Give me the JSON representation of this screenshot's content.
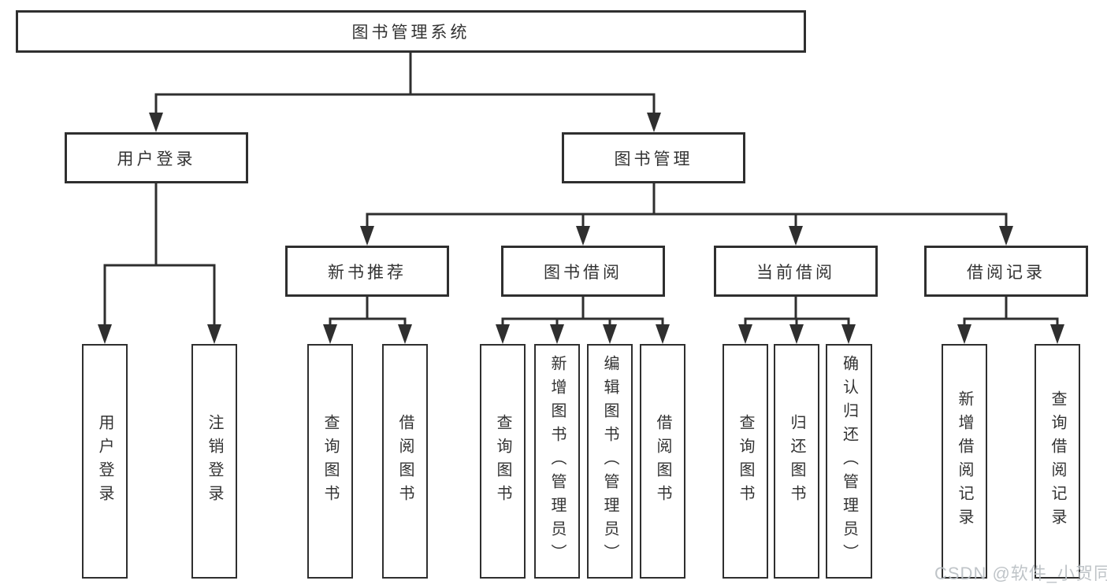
{
  "diagram": {
    "root": {
      "label": "图书管理系统",
      "children": [
        {
          "label": "用户登录",
          "children": [
            {
              "label": "用户登录"
            },
            {
              "label": "注销登录"
            }
          ]
        },
        {
          "label": "图书管理",
          "children": [
            {
              "label": "新书推荐",
              "children": [
                {
                  "label": "查询图书"
                },
                {
                  "label": "借阅图书"
                }
              ]
            },
            {
              "label": "图书借阅",
              "children": [
                {
                  "label": "查询图书"
                },
                {
                  "label": "新增图书（管理员）"
                },
                {
                  "label": "编辑图书（管理员）"
                },
                {
                  "label": "借阅图书"
                }
              ]
            },
            {
              "label": "当前借阅",
              "children": [
                {
                  "label": "查询图书"
                },
                {
                  "label": "归还图书"
                },
                {
                  "label": "确认归还（管理员）"
                }
              ]
            },
            {
              "label": "借阅记录",
              "children": [
                {
                  "label": "新增借阅记录"
                },
                {
                  "label": "查询借阅记录"
                }
              ]
            }
          ]
        }
      ]
    },
    "colors": {
      "line": "#2f2f2f",
      "box_border": "#2f2f2f",
      "text": "#333333",
      "background": "#ffffff",
      "watermark": "#babfc3"
    }
  },
  "watermark": {
    "text": "CSDN @软件_小贺同学"
  }
}
